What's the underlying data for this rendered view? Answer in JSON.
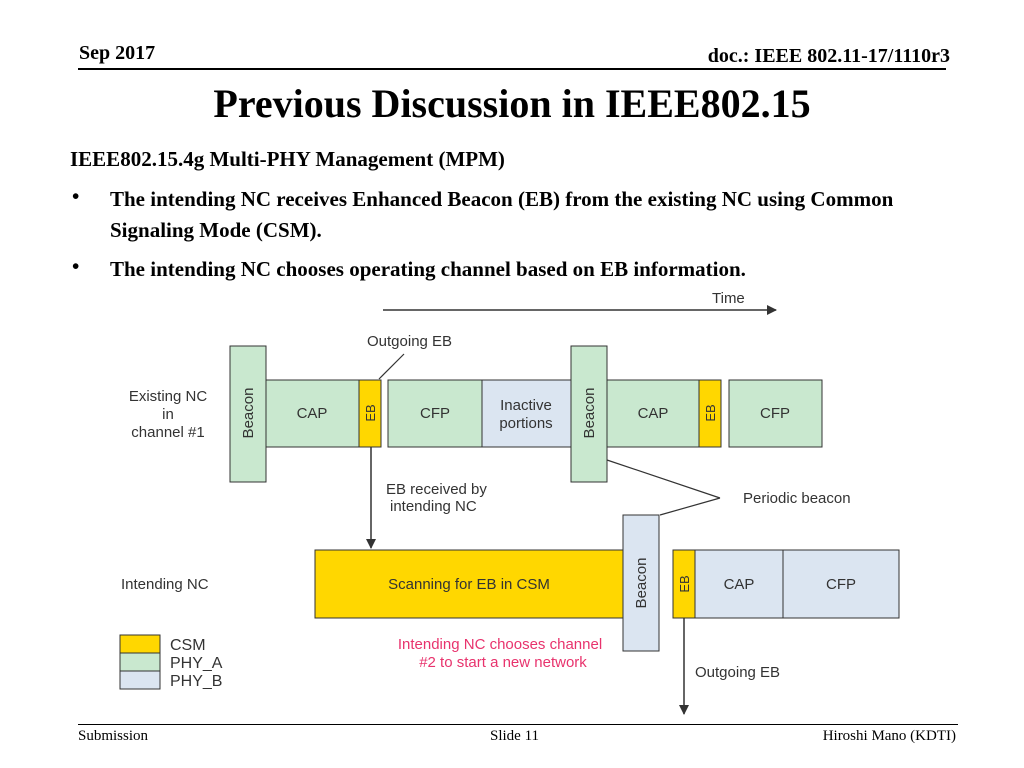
{
  "header": {
    "date": "Sep 2017",
    "doc": "doc.: IEEE 802.11-17/1110r3"
  },
  "title": "Previous Discussion in IEEE802.15",
  "subtitle": "IEEE802.15.4g Multi-PHY Management (MPM)",
  "bullets": [
    {
      "marker": "•",
      "text": "The intending NC receives Enhanced Beacon (EB) from  the existing NC using Common Signaling Mode (CSM)."
    },
    {
      "marker": "•",
      "text": "The intending NC chooses operating channel based on EB information."
    }
  ],
  "diagram": {
    "time_label": "Time",
    "outgoing_eb_top": "Outgoing EB",
    "existing_nc_label": [
      "Existing NC",
      "in",
      "channel #1"
    ],
    "intending_nc_label": "Intending NC",
    "beacon": "Beacon",
    "cap": "CAP",
    "cfp": "CFP",
    "eb": "EB",
    "inactive": [
      "Inactive",
      "portions"
    ],
    "eb_received": [
      "EB received by",
      "intending NC"
    ],
    "periodic_beacon": "Periodic beacon",
    "scanning": "Scanning for EB in CSM",
    "chooses_channel": [
      "Intending NC chooses channel",
      "#2 to start a new network"
    ],
    "outgoing_eb_bottom": "Outgoing EB",
    "legend": [
      {
        "label": "CSM",
        "color": "#ffd700"
      },
      {
        "label": "PHY_A",
        "color": "#c9e8cf"
      },
      {
        "label": "PHY_B",
        "color": "#dbe5f1"
      }
    ]
  },
  "colors": {
    "csm": "#ffd700",
    "phy_a": "#c9e8cf",
    "phy_b": "#dbe5f1",
    "highlight_text": "#e8336d"
  },
  "footer": {
    "left": "Submission",
    "center": "Slide 11",
    "right": "Hiroshi Mano (KDTI)"
  }
}
